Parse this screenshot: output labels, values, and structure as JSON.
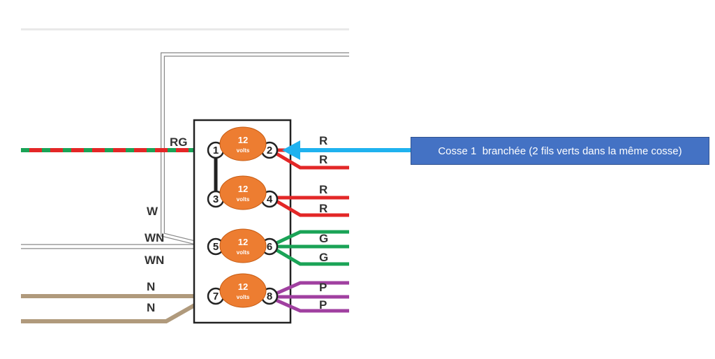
{
  "terminals": [
    "1",
    "2",
    "3",
    "4",
    "5",
    "6",
    "7",
    "8"
  ],
  "voltage_badges": [
    {
      "value": "12",
      "unit": "volts"
    },
    {
      "value": "12",
      "unit": "volts"
    },
    {
      "value": "12",
      "unit": "volts"
    },
    {
      "value": "12",
      "unit": "volts"
    }
  ],
  "left_labels": {
    "rg": "RG",
    "w": "W",
    "wn1": "WN",
    "wn2": "WN",
    "n1": "N",
    "n2": "N"
  },
  "right_labels": {
    "r1": "R",
    "r2": "R",
    "r3": "R",
    "r4": "R",
    "g1": "G",
    "g2": "G",
    "p1": "P",
    "p2": "P"
  },
  "callout": {
    "text": "Cosse 1  branchée (2 fils verts dans la même cosse)"
  },
  "colors": {
    "red_wire": "#e32727",
    "green_wire": "#1aa356",
    "white_wire_outline": "#8a8a8a",
    "tan_wire": "#b09a7c",
    "purple_wire": "#a040a0",
    "badge": "#ed7d31",
    "arrow": "#1fb2ef",
    "callout_fill": "#4472c4"
  }
}
